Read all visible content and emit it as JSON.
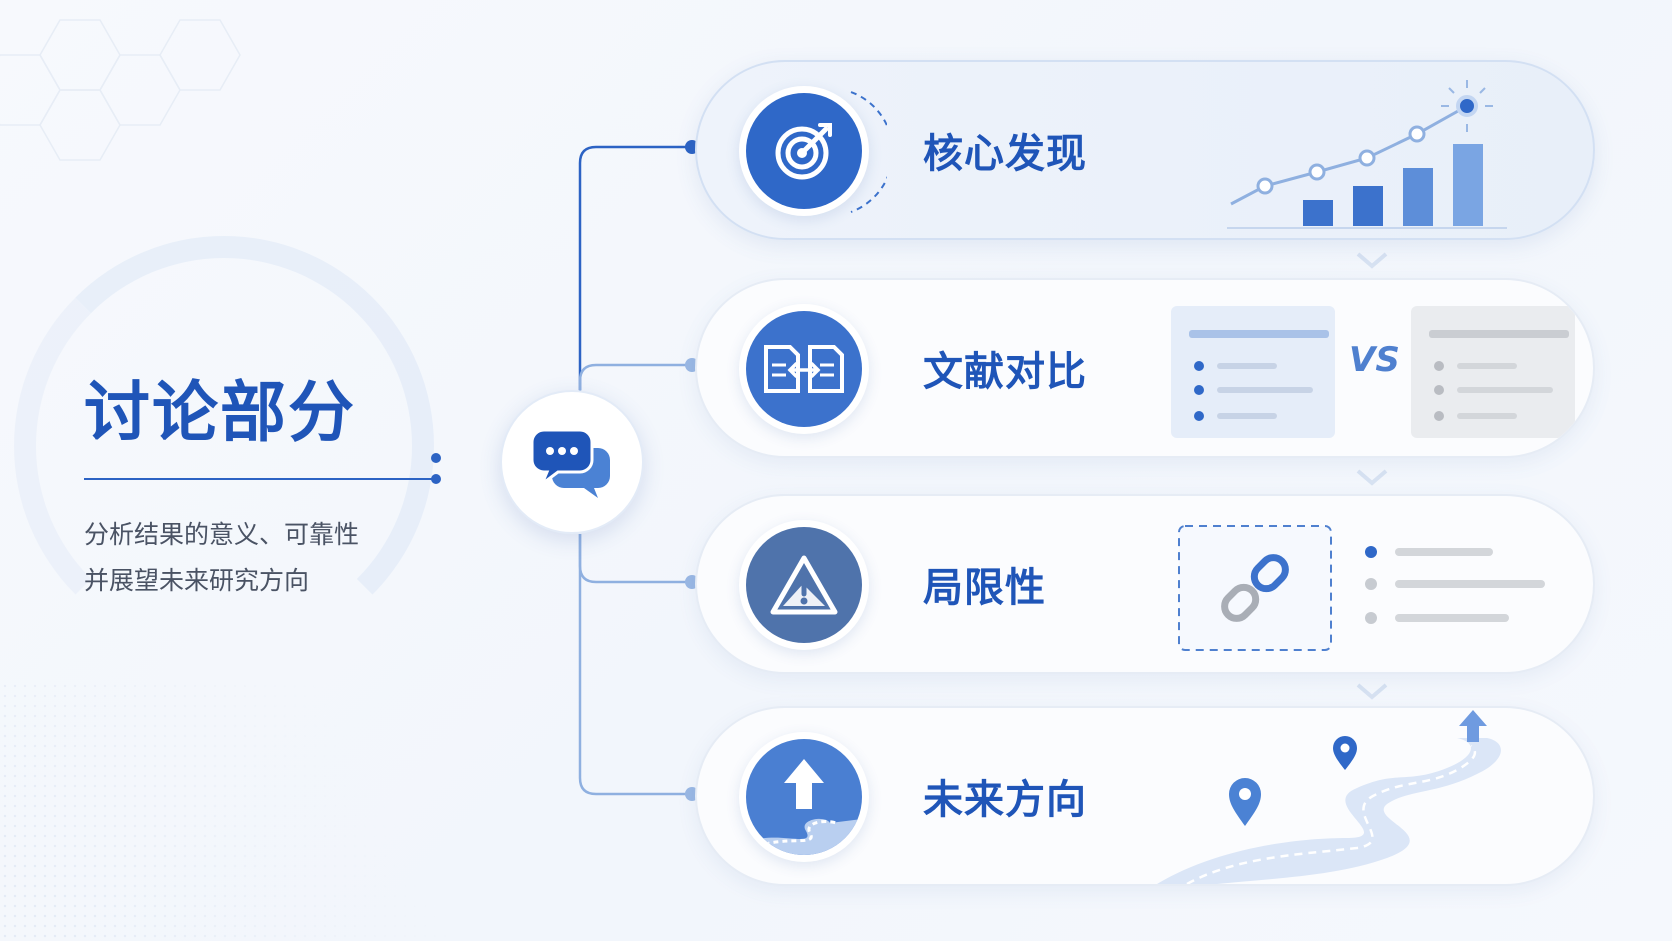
{
  "colors": {
    "primary": "#1f55b8",
    "accent": "#2f68c8",
    "connector": "#7aa0da",
    "text_muted": "#4a5364"
  },
  "header": {
    "title": "讨论部分",
    "subtitle": "分析结果的意义、可靠性\n并展望未来研究方向"
  },
  "hub": {
    "icon": "chat-bubbles-icon"
  },
  "cards": [
    {
      "label": "核心发现",
      "icon": "target-icon",
      "illustration": "bar-line-growth"
    },
    {
      "label": "文献对比",
      "icon": "compare-documents-icon",
      "illustration": "document-vs-document",
      "vs_text": "VS"
    },
    {
      "label": "局限性",
      "icon": "warning-icon",
      "illustration": "broken-link-list"
    },
    {
      "label": "未来方向",
      "icon": "arrow-up-path-icon",
      "illustration": "winding-road-with-pins"
    }
  ]
}
